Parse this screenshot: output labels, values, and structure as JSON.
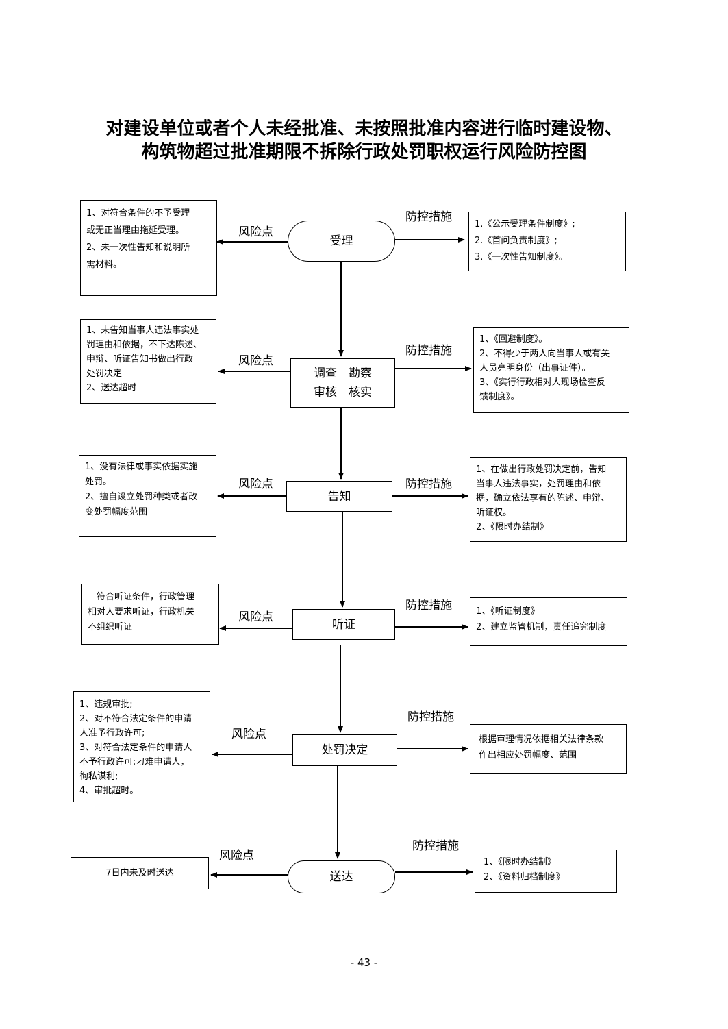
{
  "title": {
    "line1": "对建设单位或者个人未经批准、未按照批准内容进行临时建设物、",
    "line2": "构筑物超过批准期限不拆除行政处罚职权运行风险防控图"
  },
  "label_risk": "风险点",
  "label_control": "防控措施",
  "steps": [
    {
      "lines": [
        "受理"
      ],
      "risks": [
        "1、对符合条件的不予受理",
        "或无正当理由拖延受理。",
        "2、未一次性告知和说明所",
        "需材料。"
      ],
      "controls": [
        "1.《公示受理条件制度》;",
        "2.《首问负责制度》;",
        "3.《一次性告知制度》。"
      ]
    },
    {
      "lines": [
        "调查　勘察",
        "审核　核实"
      ],
      "risks": [
        "1、未告知当事人违法事实处",
        "罚理由和依据，不下达陈述、",
        "申辩、听证告知书做出行政",
        "处罚决定",
        "2、送达超时"
      ],
      "controls": [
        "1、《回避制度》。",
        "2、不得少于两人向当事人或有关",
        "人员亮明身份（出事证件）。",
        "3、《实行行政相对人现场检查反",
        "馈制度》。"
      ]
    },
    {
      "lines": [
        "告知"
      ],
      "risks": [
        "1、没有法律或事实依据实施",
        "处罚。",
        "2、擅自设立处罚种类或者改",
        "变处罚幅度范围"
      ],
      "controls": [
        "1、在做出行政处罚决定前，告知",
        "当事人违法事实，处罚理由和依",
        "据，确立依法享有的陈述、申辩、",
        "听证权。",
        "2、《限时办结制》"
      ]
    },
    {
      "lines": [
        "听证"
      ],
      "risks": [
        "　符合听证条件，行政管理",
        "相对人要求听证，行政机关",
        "不组织听证"
      ],
      "controls": [
        "1、《听证制度》",
        "2、建立监管机制，责任追究制度"
      ]
    },
    {
      "lines": [
        "处罚决定"
      ],
      "risks": [
        "1、违规审批;",
        "2、对不符合法定条件的申请",
        "人准予行政许可;",
        "3、对符合法定条件的申请人",
        "不予行政许可;刁难申请人，",
        "徇私谋利;",
        "4、审批超时。"
      ],
      "controls": [
        "根据审理情况依据相关法律条款",
        "作出相应处罚幅度、范围"
      ]
    },
    {
      "lines": [
        "送达"
      ],
      "risks": [
        "7日内未及时送达"
      ],
      "controls": [
        "1、《限时办结制》",
        "2、《资料归档制度》"
      ]
    }
  ],
  "page_number": "- 43 -"
}
